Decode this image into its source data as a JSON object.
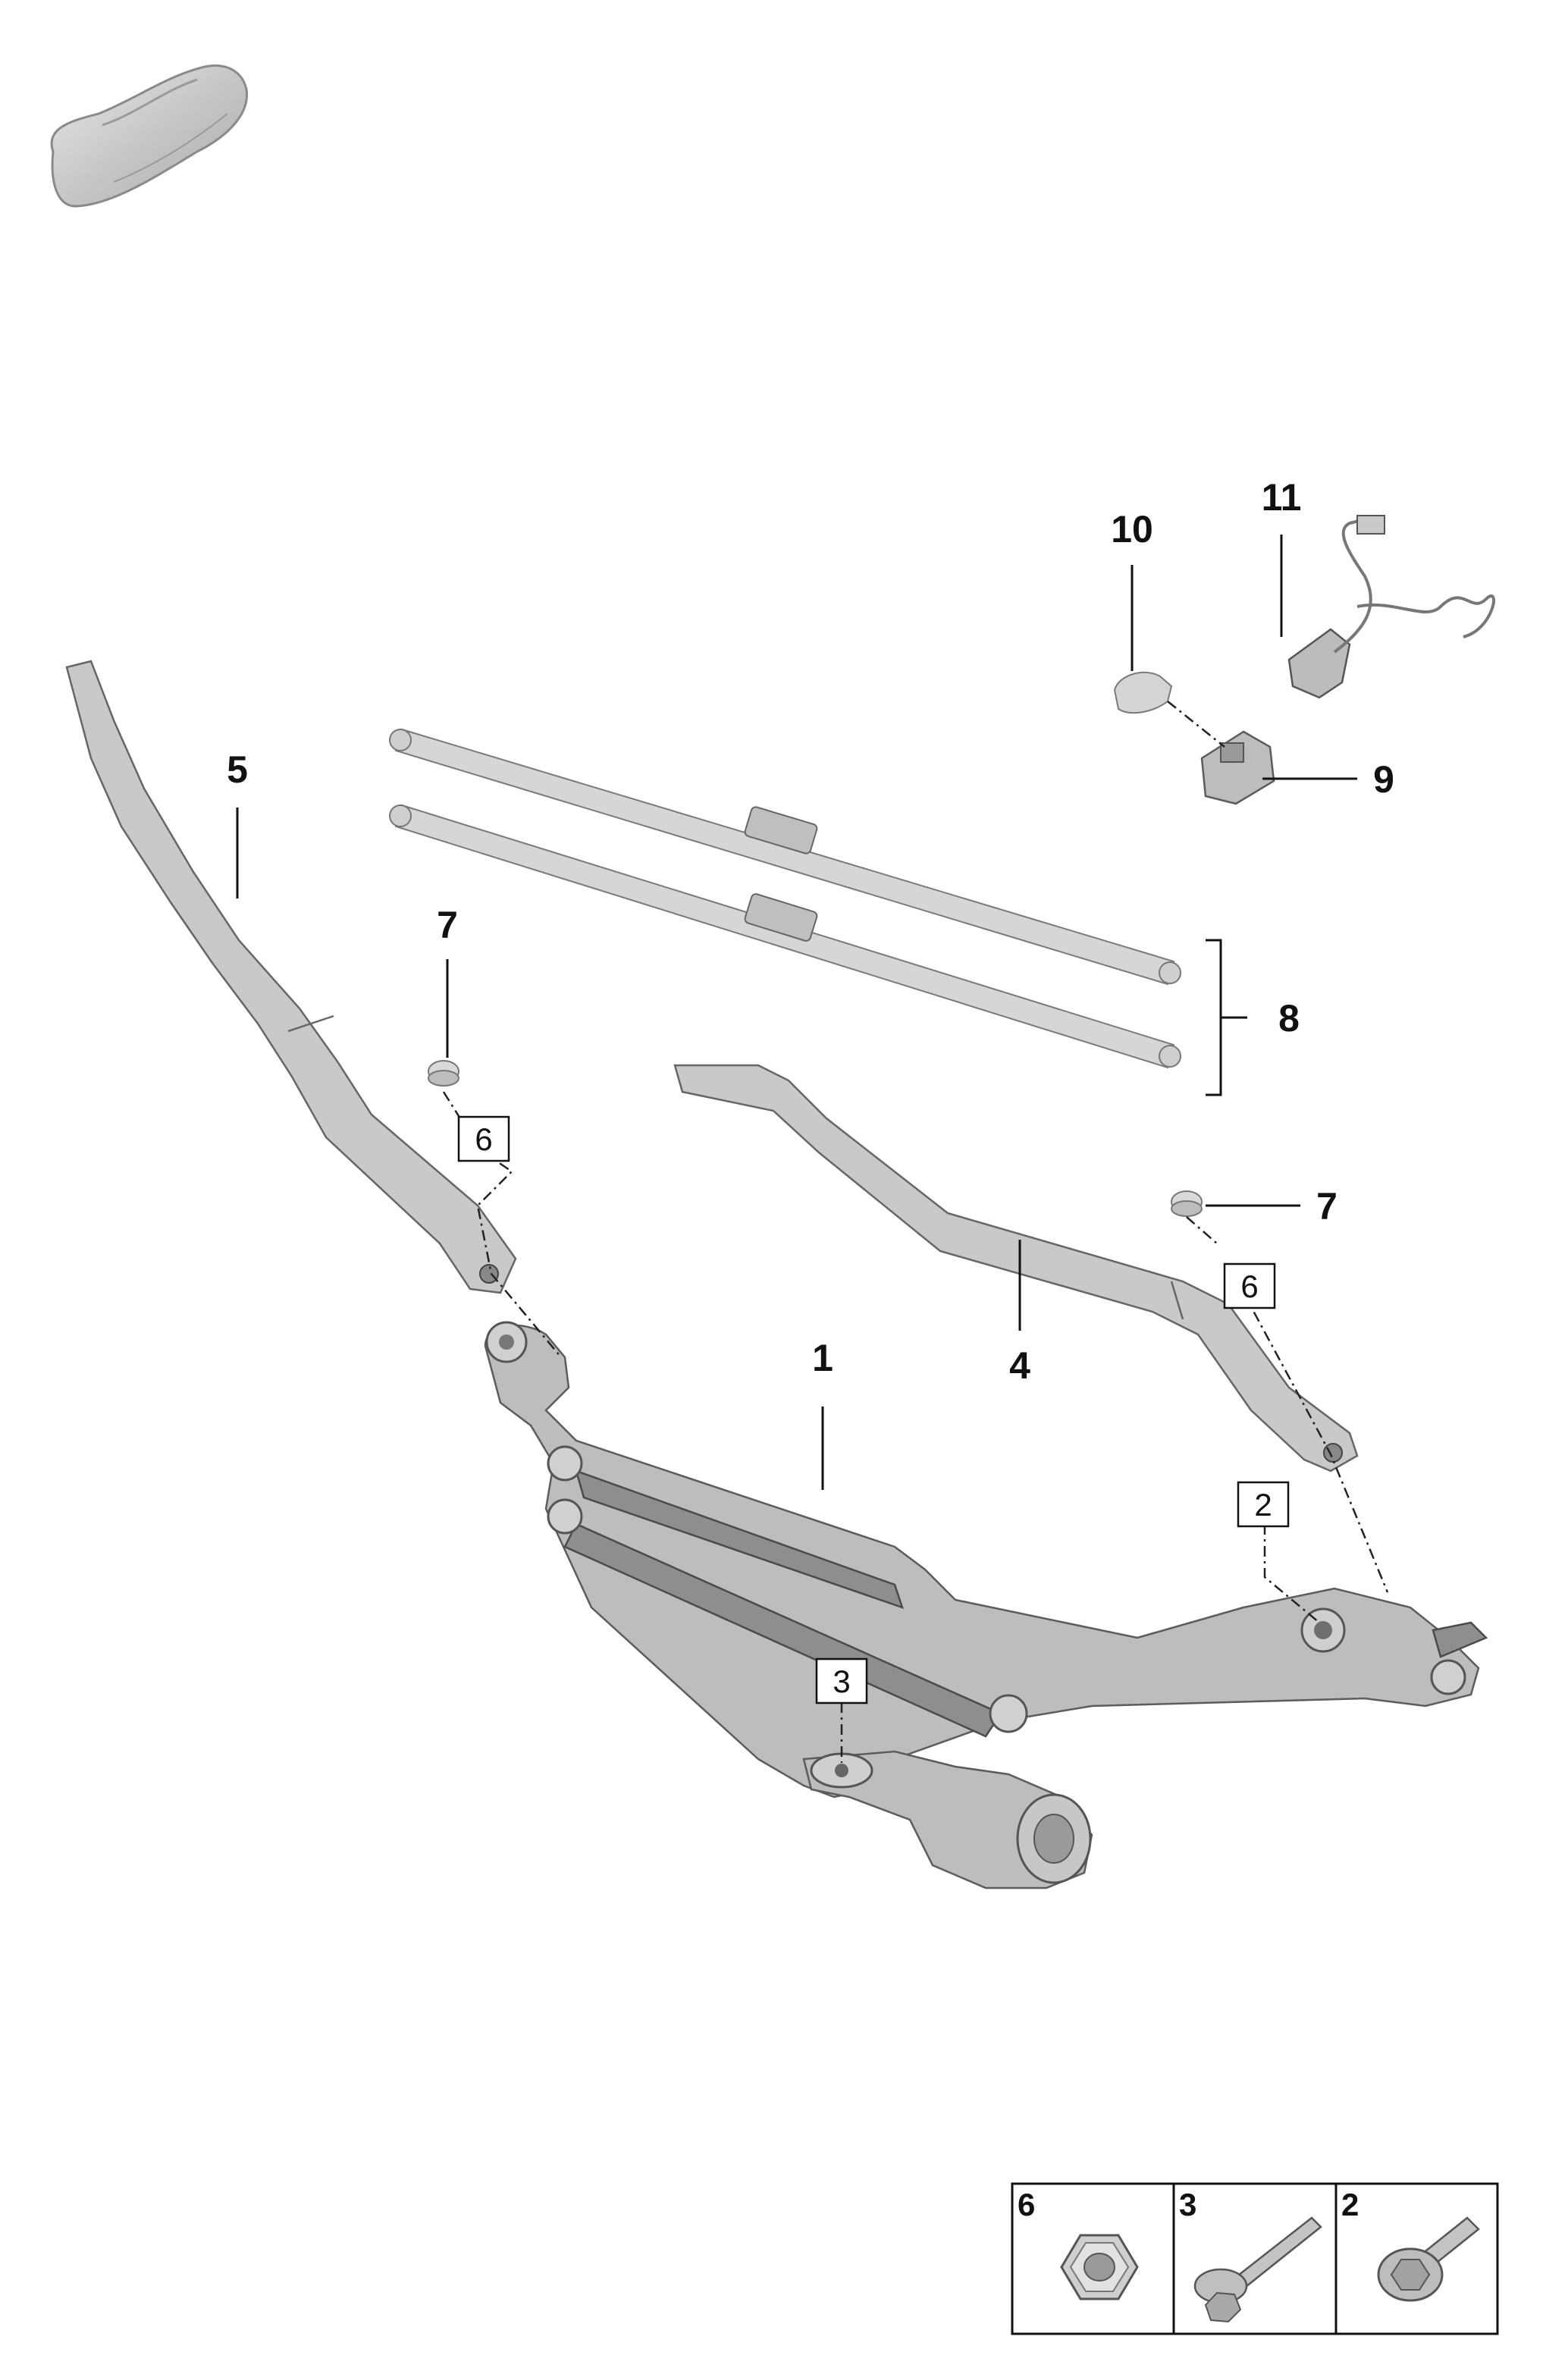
{
  "callouts": [
    {
      "id": "c1",
      "label": "1"
    },
    {
      "id": "c4",
      "label": "4"
    },
    {
      "id": "c5",
      "label": "5"
    },
    {
      "id": "c7a",
      "label": "7"
    },
    {
      "id": "c7b",
      "label": "7"
    },
    {
      "id": "c8",
      "label": "8"
    },
    {
      "id": "c9",
      "label": "9"
    },
    {
      "id": "c10",
      "label": "10"
    },
    {
      "id": "c11",
      "label": "11"
    }
  ],
  "boxed_refs": [
    {
      "id": "b6a",
      "label": "6"
    },
    {
      "id": "b6b",
      "label": "6"
    },
    {
      "id": "b2",
      "label": "2"
    },
    {
      "id": "b3",
      "label": "3"
    }
  ],
  "legend": [
    {
      "label": "6",
      "icon": "hex-nut-icon"
    },
    {
      "label": "3",
      "icon": "bolt-with-washer-icon"
    },
    {
      "label": "2",
      "icon": "flange-bolt-icon"
    }
  ]
}
